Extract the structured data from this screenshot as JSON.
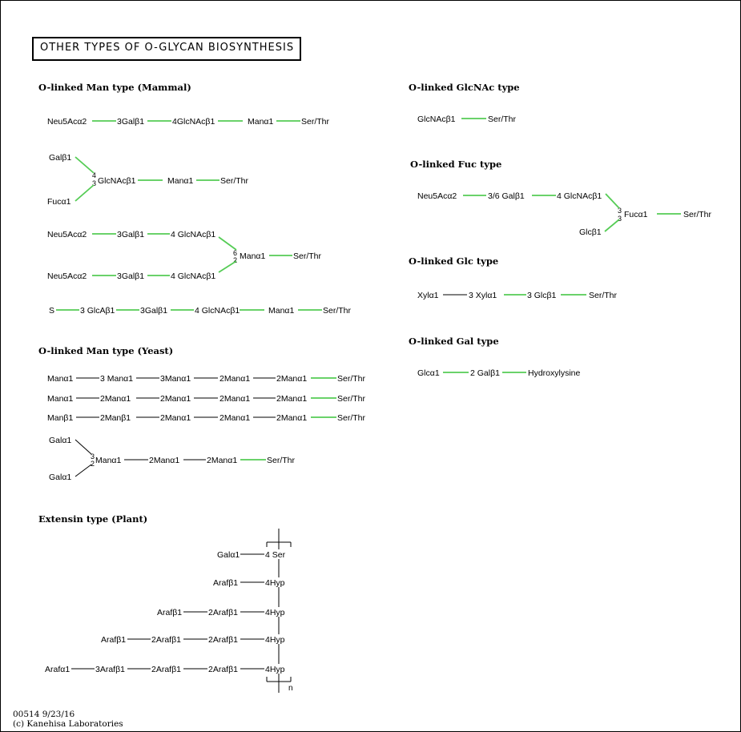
{
  "title": "OTHER  TYPES  OF  O-GLYCAN  BIOSYNTHESIS",
  "colors": {
    "link_green": "#55cc55",
    "link_black": "#000000"
  },
  "headers": {
    "man_mammal": "O-linked Man type (Mammal)",
    "man_yeast": "O-linked Man type (Yeast)",
    "extensin": "Extensin type (Plant)",
    "glcnac": "O-linked GlcNAc type",
    "fuc": "O-linked Fuc type",
    "glc": "O-linked Glc type",
    "gal": "O-linked Gal type"
  },
  "footer": {
    "line1": "00514 9/23/16",
    "line2": "(c) Kanehisa Laboratories"
  },
  "pathways": {
    "mm1": [
      "Neu5Acα2",
      "3Galβ1",
      "4GlcNAcβ1",
      "Manα1",
      "Ser/Thr"
    ],
    "mm2": {
      "top": "Galβ1",
      "bottom": "Fucα1",
      "pos": [
        "4",
        "3"
      ],
      "chain": [
        "GlcNAcβ1",
        "Manα1",
        "Ser/Thr"
      ]
    },
    "mm3": {
      "upper": [
        "Neu5Acα2",
        "3Galβ1",
        "4 GlcNAcβ1"
      ],
      "lower": [
        "Neu5Acα2",
        "3Galβ1",
        "4 GlcNAcβ1"
      ],
      "pos": [
        "6",
        "2"
      ],
      "chain": [
        "Manα1",
        "Ser/Thr"
      ]
    },
    "mm4": [
      "S",
      "3 GlcAβ1",
      "3Galβ1",
      "4 GlcNAcβ1",
      "Manα1",
      "Ser/Thr"
    ],
    "y1": [
      "Manα1",
      "3 Manα1",
      "3Manα1",
      "2Manα1",
      "2Manα1",
      "Ser/Thr"
    ],
    "y2": [
      "Manα1",
      "2Manα1",
      "2Manα1",
      "2Manα1",
      "2Manα1",
      "Ser/Thr"
    ],
    "y3": [
      "Manβ1",
      "2Manβ1",
      "2Manα1",
      "2Manα1",
      "2Manα1",
      "Ser/Thr"
    ],
    "y4": {
      "top": "Galα1",
      "bottom": "Galα1",
      "pos": [
        "3",
        "2"
      ],
      "chain": [
        "Manα1",
        "2Manα1",
        "2Manα1",
        "Ser/Thr"
      ]
    },
    "glcnac": [
      "GlcNAcβ1",
      "Ser/Thr"
    ],
    "fuc": {
      "upper": [
        "Neu5Acα2",
        "3/6  Galβ1",
        "4 GlcNAcβ1"
      ],
      "lower": "Glcβ1",
      "pos": [
        "3",
        "3"
      ],
      "chain": [
        "Fucα1",
        "Ser/Thr"
      ]
    },
    "glc": [
      "Xylα1",
      "3 Xylα1",
      "3 Glcβ1",
      "Ser/Thr"
    ],
    "gal": [
      "Glcα1",
      "2 Galβ1",
      "Hydroxylysine"
    ],
    "ext": {
      "r1": [
        "Galα1",
        "4 Ser"
      ],
      "r2": [
        "Arafβ1",
        "4Hyp"
      ],
      "r3": [
        "Arafβ1",
        "2Arafβ1",
        "4Hyp"
      ],
      "r4": [
        "Arafβ1",
        "2Arafβ1",
        "2Arafβ1",
        "4Hyp"
      ],
      "r5": [
        "Arafα1",
        "3Arafβ1",
        "2Arafβ1",
        "2Arafβ1",
        "4Hyp"
      ],
      "repeat": "n"
    }
  }
}
